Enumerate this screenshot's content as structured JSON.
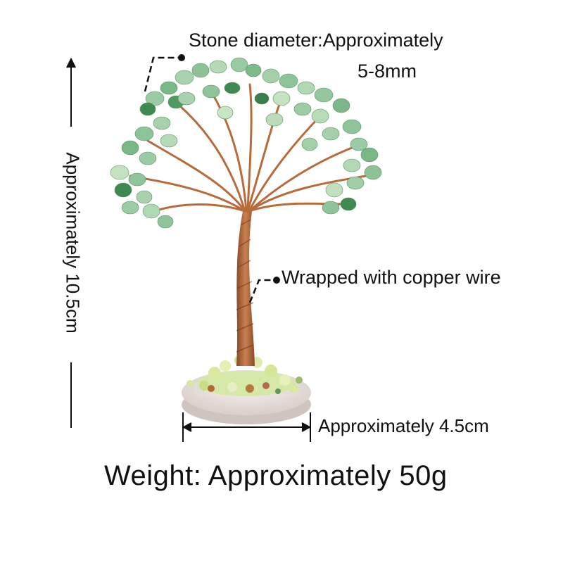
{
  "annotations": {
    "stone_diameter_line1": "Stone diameter:Approximately",
    "stone_diameter_line2": "5-8mm",
    "wire": "Wrapped with copper wire",
    "height": "Approximately 10.5cm",
    "width": "Approximately 4.5cm"
  },
  "weight": "Weight:  Approximately 50g",
  "colors": {
    "stone_green": "#8fc49a",
    "stone_dark": "#3f8a52",
    "copper": "#b86a3a",
    "base": "#e6dfdc",
    "text": "#111111"
  },
  "icons": [
    "dimension-arrow-icon",
    "leader-dot-icon"
  ]
}
